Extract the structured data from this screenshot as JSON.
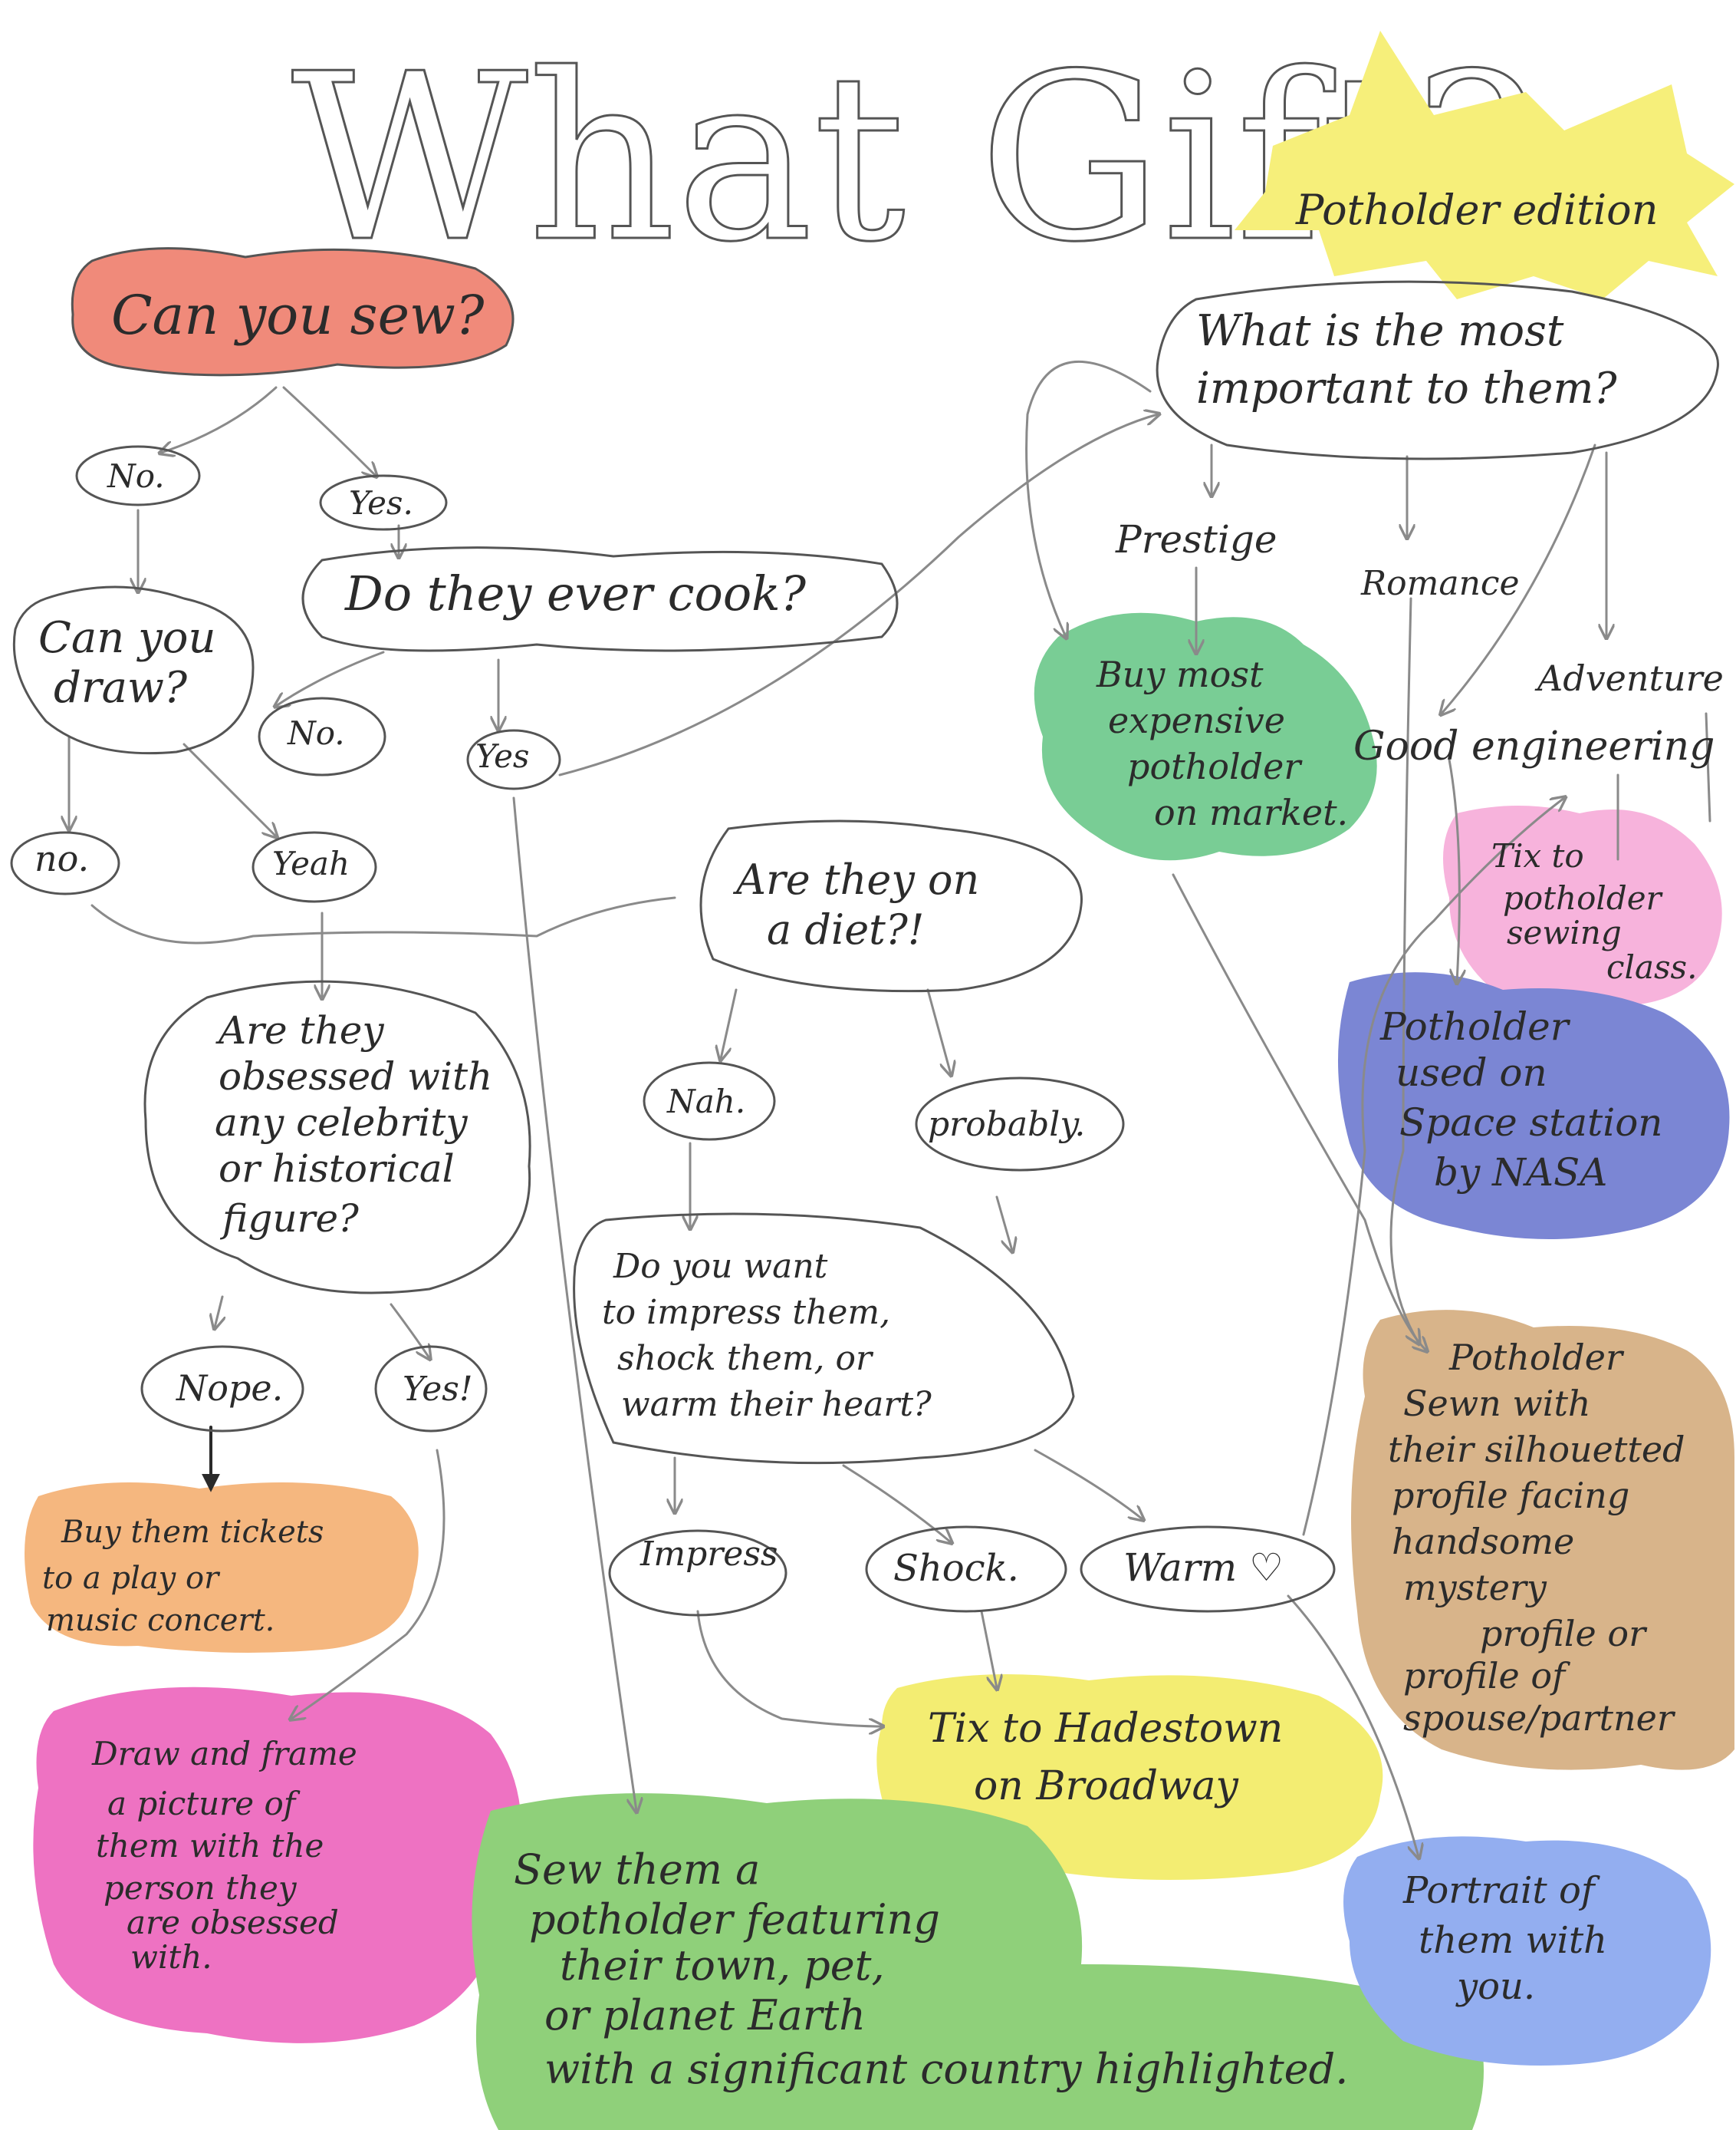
{
  "title": {
    "main": "What Gift?",
    "edition": "Potholder edition"
  },
  "colors": {
    "red": "#f08a7a",
    "orange": "#f5b77f",
    "magenta": "#ee72c2",
    "green": "#8fd07a",
    "teal": "#79cd95",
    "pink": "#f7b3dc",
    "violet": "#7b86d4",
    "tan": "#d8b48a",
    "yellow": "#f3ed72",
    "blue": "#93aef0",
    "sun": "#f6ef7a"
  },
  "nodes": {
    "can_you_sew": "Can you sew?",
    "no_1": "No.",
    "yes_1": "Yes.",
    "can_you_draw": [
      "Can you",
      "draw?"
    ],
    "do_they_cook": "Do they ever cook?",
    "no_2": "No.",
    "yes_2": "Yes",
    "no_3": "no.",
    "yeah": "Yeah",
    "on_a_diet": [
      "Are they on",
      "a diet?!"
    ],
    "obsessed": [
      "Are they",
      "obsessed with",
      "any celebrity",
      "or historical",
      "figure?"
    ],
    "nah": "Nah.",
    "probably": "probably.",
    "impress_question": [
      "Do you want",
      "to impress them,",
      "shock them, or",
      "warm their heart?"
    ],
    "nope": "Nope.",
    "yes_3": "Yes!",
    "impress": "Impress",
    "shock": "Shock.",
    "warm": "Warm ♡",
    "most_important": [
      "What is the most",
      "important to them?"
    ],
    "prestige": "Prestige",
    "romance": "Romance",
    "adventure": "Adventure",
    "good_engineering": "Good engineering"
  },
  "outcomes": {
    "expensive": [
      "Buy most",
      "expensive",
      "potholder",
      "on market."
    ],
    "sewing_class": [
      "Tix to",
      "potholder",
      "sewing",
      "class."
    ],
    "nasa": [
      "Potholder",
      "used on",
      "Space station",
      "by NASA"
    ],
    "silhouette": [
      "Potholder",
      "Sewn with",
      "their silhouetted",
      "profile facing",
      "handsome",
      "mystery",
      "profile or",
      "profile of",
      "spouse/partner"
    ],
    "tickets": [
      "Buy them tickets",
      "to a play or",
      "music concert."
    ],
    "draw_frame": [
      "Draw and frame",
      "a picture of",
      "them with the",
      "person they",
      "are obsessed",
      "with."
    ],
    "hadestown": [
      "Tix to Hadestown",
      "on Broadway"
    ],
    "sew_potholder": [
      "Sew them a",
      "potholder featuring",
      "their town, pet,",
      "or planet Earth",
      "with a significant country highlighted."
    ],
    "portrait": [
      "Portrait of",
      "them with",
      "you."
    ]
  }
}
